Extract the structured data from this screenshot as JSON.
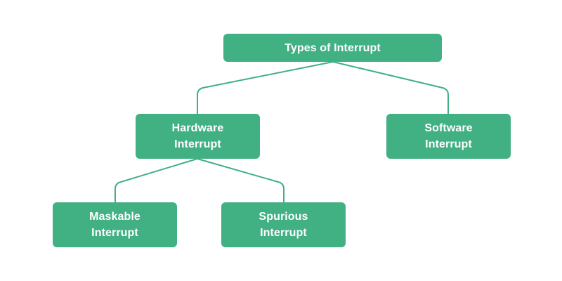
{
  "diagram": {
    "title": "Types of Interrupt",
    "background_color": "#ffffff",
    "node_color": "#41b083",
    "node_text_color": "#ffffff",
    "connector_color": "#41b083",
    "nodes": {
      "root": {
        "label": "Types of Interrupt"
      },
      "hardware": {
        "label": "Hardware\nInterrupt"
      },
      "software": {
        "label": "Software\nInterrupt"
      },
      "maskable": {
        "label": "Maskable\nInterrupt"
      },
      "spurious": {
        "label": "Spurious\nInterrupt"
      }
    },
    "edges": [
      {
        "from": "root",
        "to": "hardware"
      },
      {
        "from": "root",
        "to": "software"
      },
      {
        "from": "hardware",
        "to": "maskable"
      },
      {
        "from": "hardware",
        "to": "spurious"
      }
    ]
  }
}
